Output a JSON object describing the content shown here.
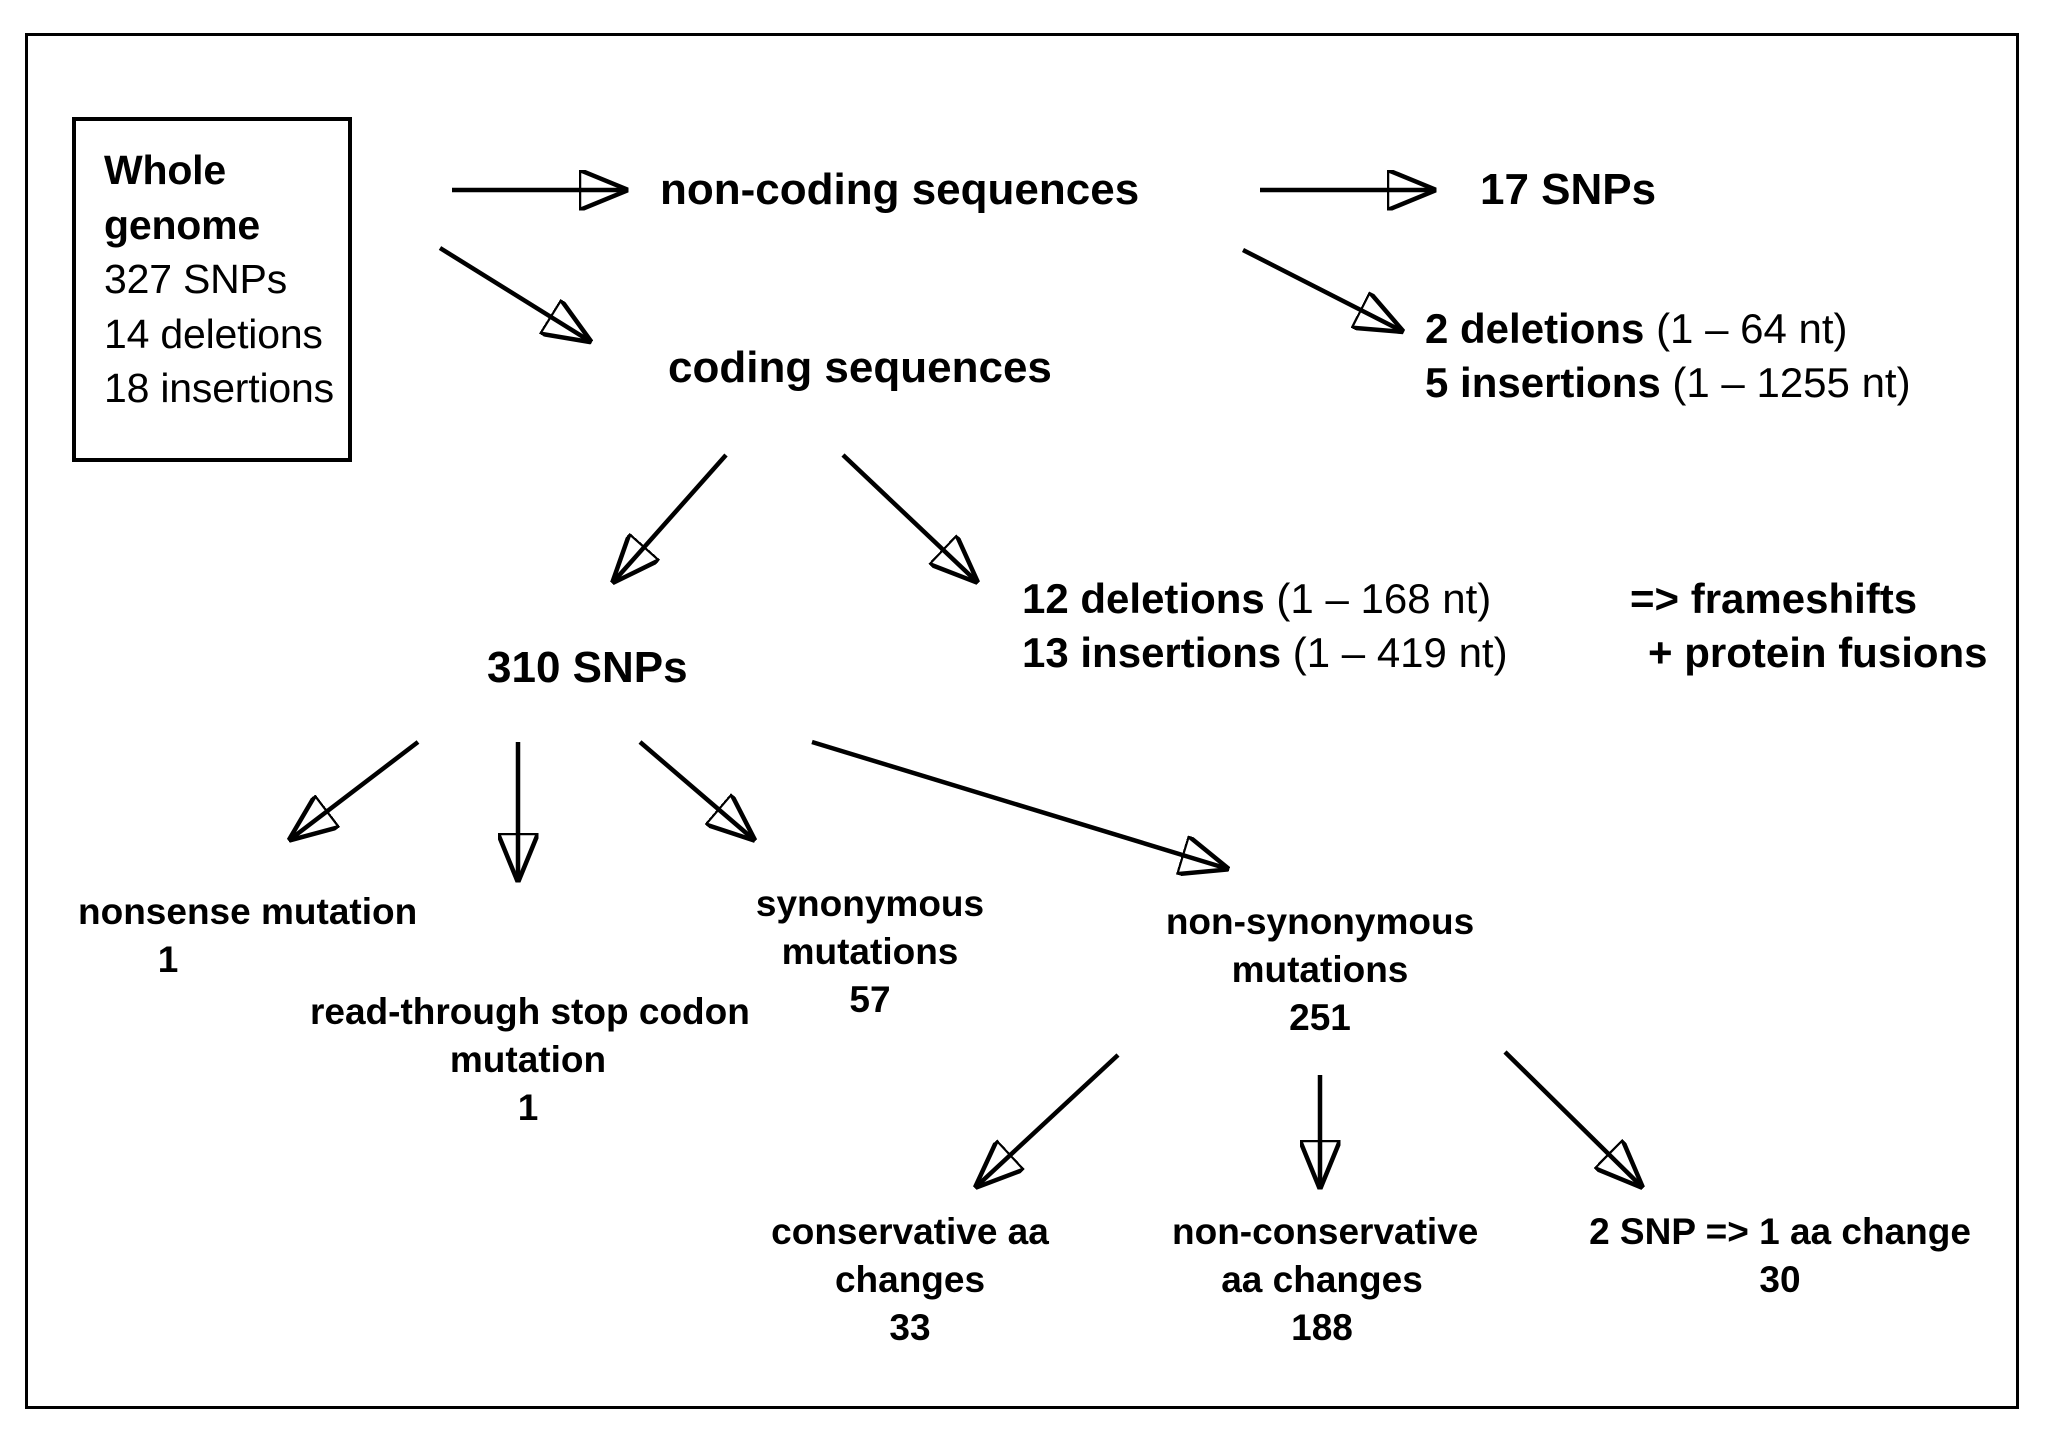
{
  "diagram": {
    "title_box": {
      "heading_line1": "Whole",
      "heading_line2": "genome",
      "stat_snps": "327 SNPs",
      "stat_deletions": "14 deletions",
      "stat_insertions": "18 insertions"
    },
    "nodes": {
      "non_coding": "non-coding sequences",
      "coding": "coding sequences",
      "noncoding_snps": "17 SNPs",
      "noncoding_indels_line1_bold": "2 deletions",
      "noncoding_indels_line1_rest": " (1 – 64 nt)",
      "noncoding_indels_line2_bold": "5 insertions",
      "noncoding_indels_line2_rest": " (1 – 1255 nt)",
      "coding_indels_line1_bold": "12 deletions",
      "coding_indels_line1_rest": " (1 – 168 nt)",
      "coding_indels_line2_bold": "13 insertions",
      "coding_indels_line2_rest": " (1 – 419 nt)",
      "consequence_line1": "=> frameshifts",
      "consequence_line2": "+ protein fusions",
      "coding_snps": "310 SNPs",
      "nonsense_label": "nonsense  mutation",
      "nonsense_count": "1",
      "readthrough_label_line1": "read-through stop codon",
      "readthrough_label_line2": "mutation",
      "readthrough_count": "1",
      "synonymous_line1": "synonymous",
      "synonymous_line2": "mutations",
      "synonymous_count": "57",
      "nonsynonymous_line1": "non-synonymous",
      "nonsynonymous_line2": "mutations",
      "nonsynonymous_count": "251",
      "conservative_line1": "conservative aa",
      "conservative_line2": "changes",
      "conservative_count": "33",
      "nonconservative_line1": "non-conservative",
      "nonconservative_line2": "aa changes",
      "nonconservative_count": "188",
      "twosnp_line1": "2 SNP => 1 aa change",
      "twosnp_count": "30"
    },
    "colors": {
      "ink": "#000000",
      "background": "#ffffff"
    }
  }
}
